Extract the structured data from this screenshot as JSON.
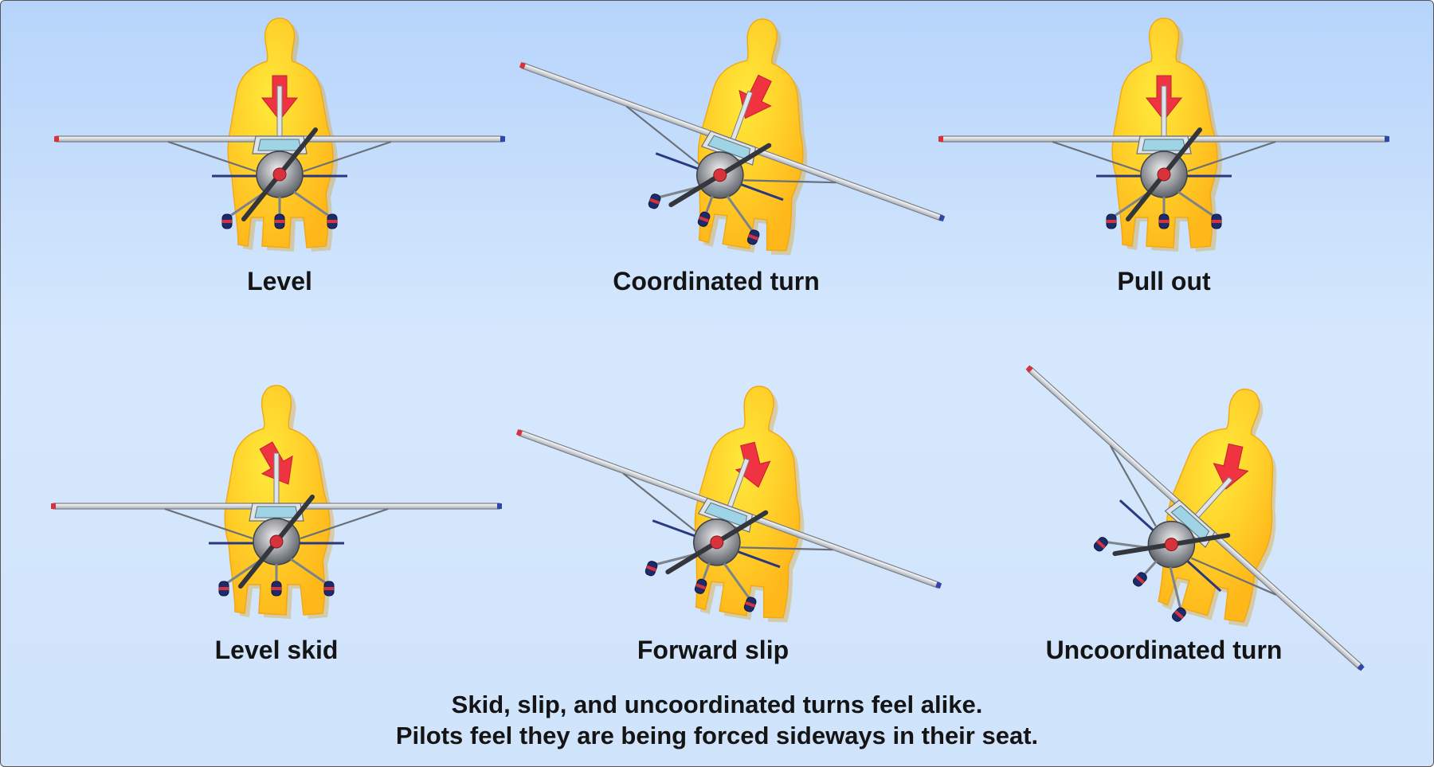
{
  "panels": [
    {
      "label": "Level",
      "bank_deg": 0,
      "force_deg": 0
    },
    {
      "label": "Coordinated turn",
      "bank_deg": 20,
      "force_deg": 20
    },
    {
      "label": "Pull out",
      "bank_deg": 0,
      "force_deg": 0
    },
    {
      "label": "Level skid",
      "bank_deg": 0,
      "force_deg": -30
    },
    {
      "label": "Forward slip",
      "bank_deg": 20,
      "force_deg": -20
    },
    {
      "label": "Uncoordinated turn",
      "bank_deg": 42,
      "force_deg": 0
    }
  ],
  "caption": {
    "line1": "Skid, slip, and uncoordinated turns feel alike.",
    "line2": "Pilots feel they are being forced sideways in their seat."
  },
  "colors": {
    "background_top": "#b6d4fb",
    "background_bottom": "#cfe3fb",
    "pilot_fill": "#ffc21a",
    "pilot_highlight": "#ffe93b",
    "force_arrow": "#ef3340",
    "wing": "#e9ecef",
    "wing_outline": "#7a7f86",
    "fuselage": "#9aa0a8",
    "wheel": "#3a4f9a",
    "label_text": "#141414"
  },
  "icons": [
    "pilot-silhouette-icon",
    "force-arrow-icon",
    "airplane-front-view-icon"
  ]
}
